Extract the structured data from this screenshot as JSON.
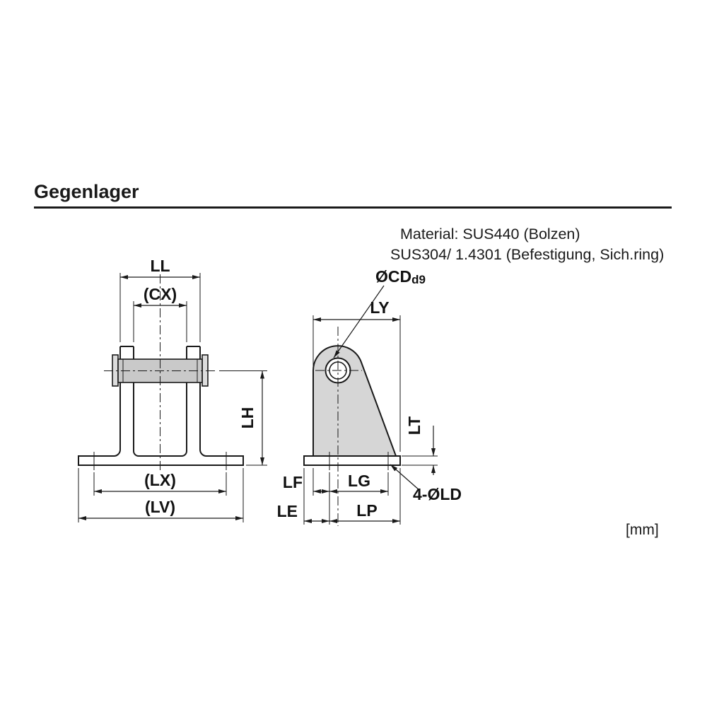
{
  "page": {
    "title": "Gegenlager",
    "units_label": "[mm]"
  },
  "material_note": {
    "line1": "Material: SUS440 (Bolzen)",
    "line2": "SUS304/ 1.4301 (Befestigung, Sich.ring)"
  },
  "front_view": {
    "dims": {
      "ll": "LL",
      "cx": "(CX)",
      "lx": "(LX)",
      "lv": "(LV)",
      "lh": "LH"
    }
  },
  "side_view": {
    "dims": {
      "ly": "LY",
      "cd_main": "ØCD",
      "cd_sub": "d9",
      "lt": "LT",
      "lf": "LF",
      "lg": "LG",
      "le": "LE",
      "lp": "LP",
      "ld": "4-ØLD"
    }
  },
  "colors": {
    "line": "#1a1a1a",
    "part_fill": "#d6d6d6",
    "pin_fill": "#c9c9c9",
    "background": "#ffffff"
  }
}
